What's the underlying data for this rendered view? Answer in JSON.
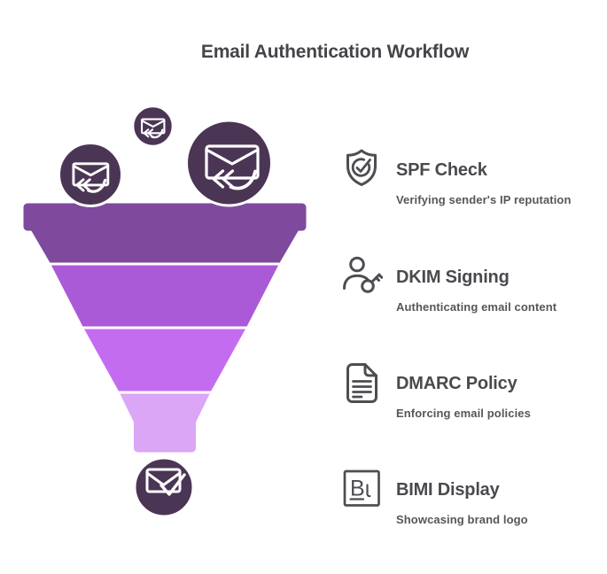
{
  "title": "Email Authentication Workflow",
  "palette": {
    "background": "#ffffff",
    "title_text": "#454449",
    "step_title_text": "#4a494e",
    "step_desc_text": "#57555a",
    "icon_stroke": "#4e4d52",
    "circle_fill": "#4b3555",
    "circle_ring": "#ffffff"
  },
  "funnel": {
    "segment_colors": [
      "#7f4a9e",
      "#aa5ad6",
      "#c46cf0",
      "#dba6f6"
    ],
    "incoming_icon": "envelope-reply-icon",
    "output_icon": "envelope-check-icon"
  },
  "steps": [
    {
      "icon": "shield-check-icon",
      "title": "SPF Check",
      "description": "Verifying sender's IP reputation"
    },
    {
      "icon": "user-key-icon",
      "title": "DKIM Signing",
      "description": "Authenticating email content"
    },
    {
      "icon": "document-icon",
      "title": "DMARC Policy",
      "description": "Enforcing email policies"
    },
    {
      "icon": "bimi-brand-icon",
      "title": "BIMI Display",
      "description": "Showcasing brand logo"
    }
  ]
}
